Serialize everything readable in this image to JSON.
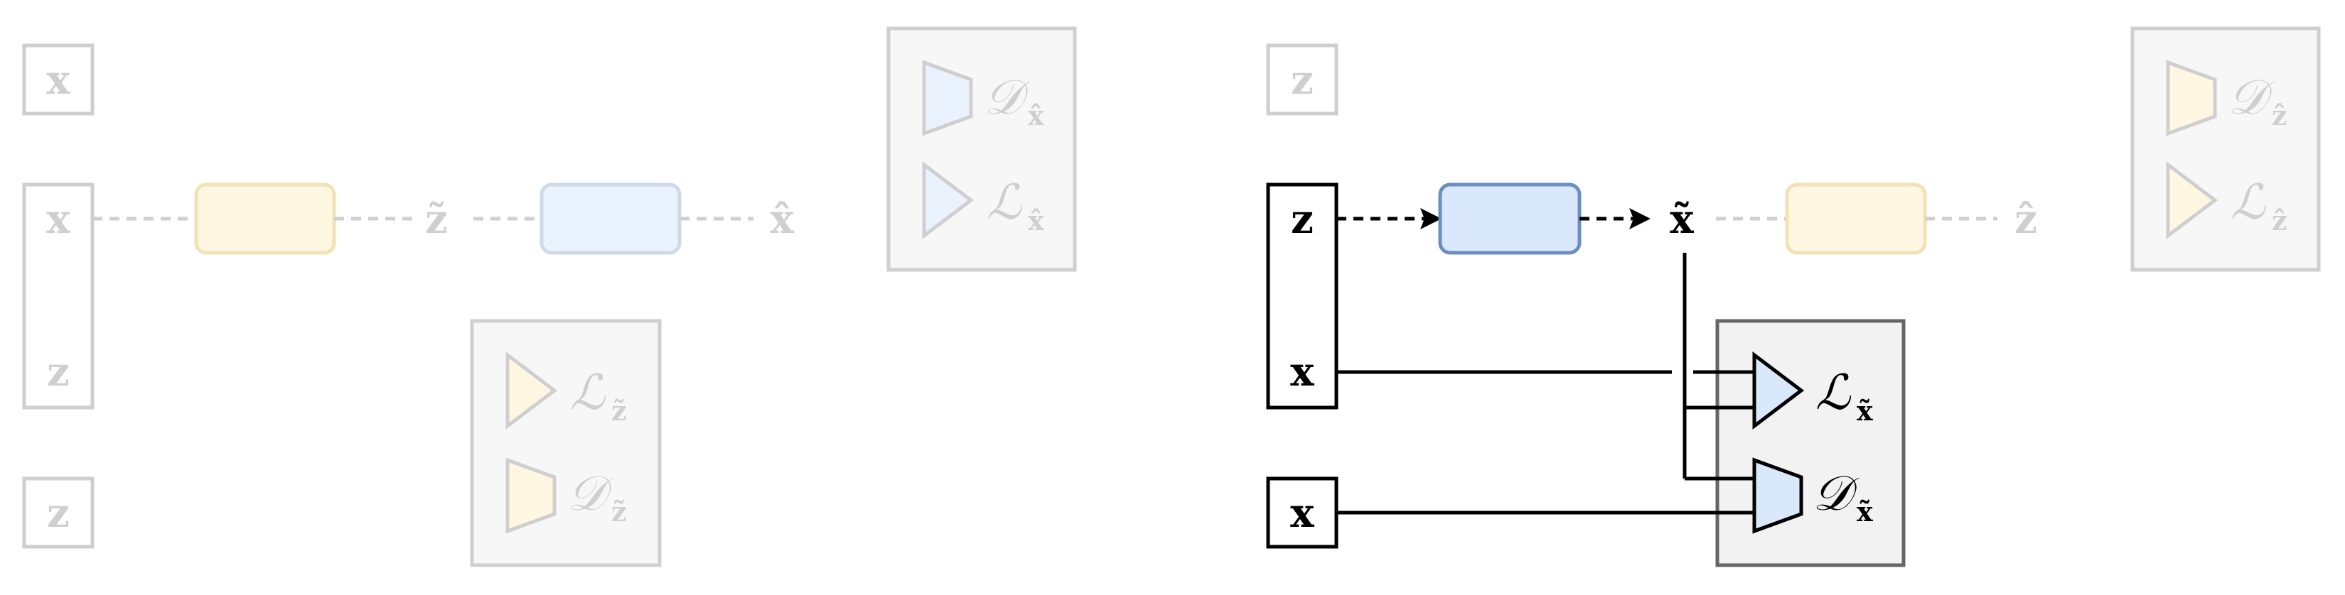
{
  "colors": {
    "active_stroke": "#000000",
    "faded_stroke": "#cfcfcf",
    "faded_text": "#c8c8c8",
    "blue_fill": "#dae8fc",
    "blue_stroke": "#6c8ebf",
    "yellow_fill": "#fff2cc",
    "yellow_stroke": "#d6b656",
    "panel_fill": "#f2f2f2",
    "panel_stroke": "#666666"
  },
  "left": {
    "top_var": "x",
    "stack_top": "x",
    "stack_bottom": "z",
    "bottom_var": "z",
    "mid_var": "z̃",
    "out_var": "x̂",
    "loss_top_sub": "x̂",
    "disc_top_sub": "x̂",
    "loss_mid_sub": "z̃",
    "disc_mid_sub": "z̃",
    "loss_symbol": "ℒ",
    "disc_symbol": "𝒟"
  },
  "right": {
    "top_var": "z",
    "stack_top": "z",
    "stack_bottom": "x",
    "bottom_var": "x",
    "mid_var": "x̃",
    "out_var": "ẑ",
    "loss_top_sub": "ẑ",
    "disc_top_sub": "ẑ",
    "loss_mid_sub": "x̃",
    "disc_mid_sub": "x̃",
    "loss_symbol": "ℒ",
    "disc_symbol": "𝒟"
  }
}
